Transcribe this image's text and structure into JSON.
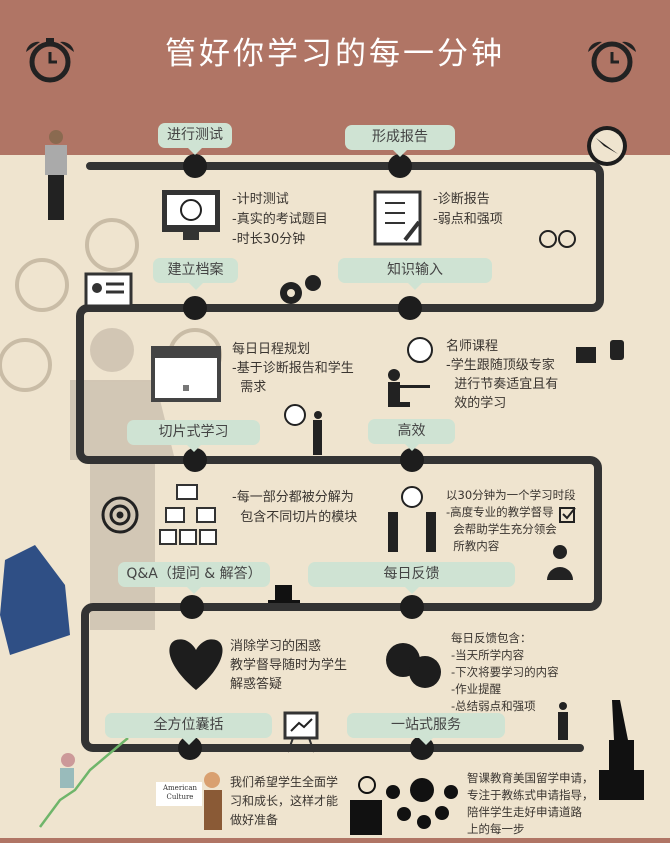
{
  "header": {
    "title": "管好你学习的每一分钟"
  },
  "steps": [
    {
      "label": "进行测试",
      "lines": [
        "-计时测试",
        "-真实的考试题目",
        "-时长30分钟"
      ]
    },
    {
      "label": "形成报告",
      "lines": [
        "-诊断报告",
        "-弱点和强项"
      ]
    },
    {
      "label": "建立档案",
      "lines": [
        "每日日程规划",
        "-基于诊断报告和学生",
        "  需求"
      ]
    },
    {
      "label": "知识输入",
      "lines": [
        "名师课程",
        "-学生跟随顶级专家",
        "  进行节奏适宜且有",
        "  效的学习"
      ]
    },
    {
      "label": "切片式学习",
      "lines": [
        "-每一部分都被分解为",
        "  包含不同切片的模块"
      ]
    },
    {
      "label": "高效",
      "lines": [
        "以30分钟为一个学习时段",
        "-高度专业的教学督导",
        "  会帮助学生充分领会",
        "  所教内容"
      ]
    },
    {
      "label": "Q&A（提问 & 解答）",
      "lines": [
        "消除学习的困惑",
        "教学督导随时为学生",
        "解惑答疑"
      ]
    },
    {
      "label": "每日反馈",
      "lines": [
        "每日反馈包含：",
        "-当天所学内容",
        "-下次将要学习的内容",
        "-作业提醒",
        "-总结弱点和强项"
      ]
    },
    {
      "label": "全方位囊括",
      "lines": [
        "我们希望学生全面学",
        "习和成长，这样才能",
        "做好准备"
      ]
    },
    {
      "label": "一站式服务",
      "lines": [
        "智课教育美国留学申请，",
        "专注于教练式申请指导，",
        "陪伴学生走好申请道路",
        "上的每一步"
      ]
    }
  ],
  "sign": {
    "text": "American Culture"
  },
  "colors": {
    "header": "#b07565",
    "background": "#efe4cf",
    "label": "#cfe3d3",
    "path": "#333333"
  }
}
